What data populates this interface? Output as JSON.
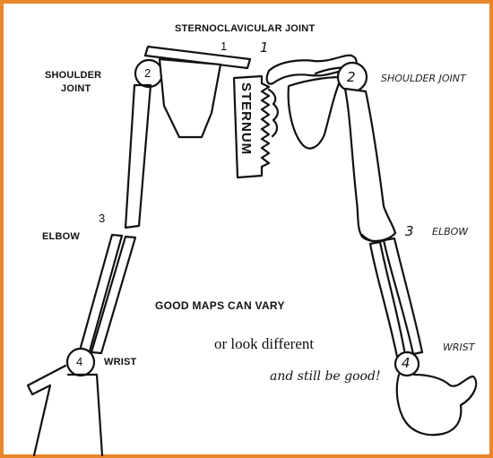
{
  "labels": {
    "sternoclavicular_joint": "STERNOCLAVICULAR JOINT",
    "shoulder_joint_left_line1": "SHOULDER",
    "shoulder_joint_left_line2": "JOINT",
    "shoulder_joint_right": "SHOULDER JOINT",
    "sternum": "STERNUM",
    "elbow_left": "ELBOW",
    "elbow_right": "ELBOW",
    "wrist_left": "WRIST",
    "wrist_right": "WRIST"
  },
  "numbers": {
    "left_sc": "1",
    "right_sc": "1",
    "left_shoulder": "2",
    "right_shoulder": "2",
    "left_elbow": "3",
    "right_elbow": "3",
    "left_wrist": "4",
    "right_wrist": "4"
  },
  "caption": {
    "headline": "GOOD MAPS CAN VARY",
    "line2": "or look different",
    "line3": "and still be good!"
  },
  "colors": {
    "frame_border": "#e8862a",
    "ink": "#111111"
  }
}
